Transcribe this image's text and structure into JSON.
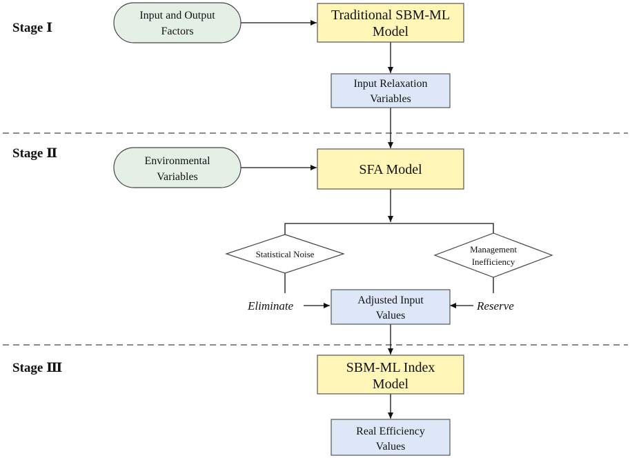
{
  "stages": {
    "stage1": "Stage Ⅰ",
    "stage2": "Stage Ⅱ",
    "stage3": "Stage Ⅲ"
  },
  "nodes": {
    "input_output_factors": {
      "line1": "Input and Output",
      "line2": "Factors"
    },
    "traditional_sbm_ml": {
      "line1": "Traditional SBM-ML",
      "line2": "Model"
    },
    "input_relaxation": {
      "line1": "Input Relaxation",
      "line2": "Variables"
    },
    "environmental_variables": {
      "line1": "Environmental",
      "line2": "Variables"
    },
    "sfa_model": {
      "line1": "SFA Model"
    },
    "statistical_noise": {
      "line1": "Statistical Noise"
    },
    "management_inefficiency": {
      "line1": "Management",
      "line2": "Inefficiency"
    },
    "adjusted_input": {
      "line1": "Adjusted Input",
      "line2": "Values"
    },
    "sbm_ml_index": {
      "line1": "SBM-ML Index",
      "line2": "Model"
    },
    "real_efficiency": {
      "line1": "Real Efficiency",
      "line2": "Values"
    }
  },
  "edge_labels": {
    "eliminate": "Eliminate",
    "reserve": "Reserve"
  },
  "colors": {
    "yellow_box": "#fff6b8",
    "blue_box": "#dde7f7",
    "green_pill": "#e4efe6"
  }
}
